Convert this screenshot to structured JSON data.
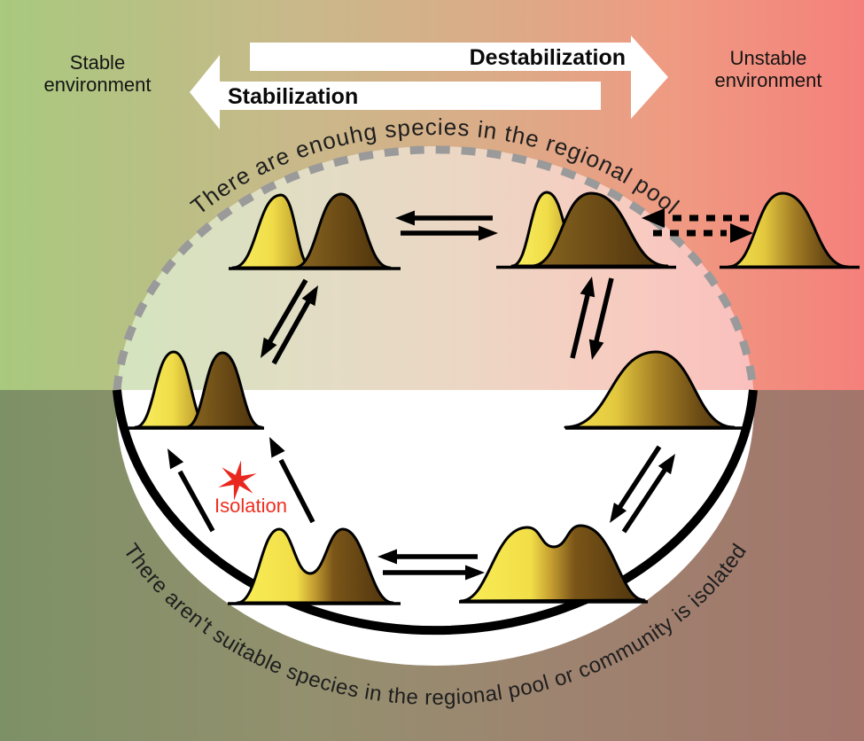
{
  "top_banner": {
    "destabilization_label": "Destabilization",
    "stabilization_label": "Stabilization"
  },
  "environment_labels": {
    "stable_line1": "Stable",
    "stable_line2": "environment",
    "unstable_line1": "Unstable",
    "unstable_line2": "environment"
  },
  "arc_text": {
    "top": "There are enouhg species in the regional pool",
    "bottom": "There aren't suitable species in the regional pool or community is isolated"
  },
  "isolation": {
    "label": "Isolation",
    "star_color": "#e8281e",
    "label_color": "#ee2e1f"
  },
  "colors": {
    "gradient_left_green": "#a8c97e",
    "gradient_right_pink": "#f5807b",
    "gradient_mid_tan": "#c9b88a",
    "bottom_left_olive": "#7d9166",
    "bottom_right_brown": "#a3756b",
    "dashed_arc_gray": "#9a9a9a",
    "solid_arc_black": "#000000",
    "circle_interior": "#ffffff",
    "bell_yellow": "#f2de47",
    "bell_brown": "#6b4b15",
    "arrow_black": "#000000",
    "banner_arrow_white": "#ffffff"
  }
}
